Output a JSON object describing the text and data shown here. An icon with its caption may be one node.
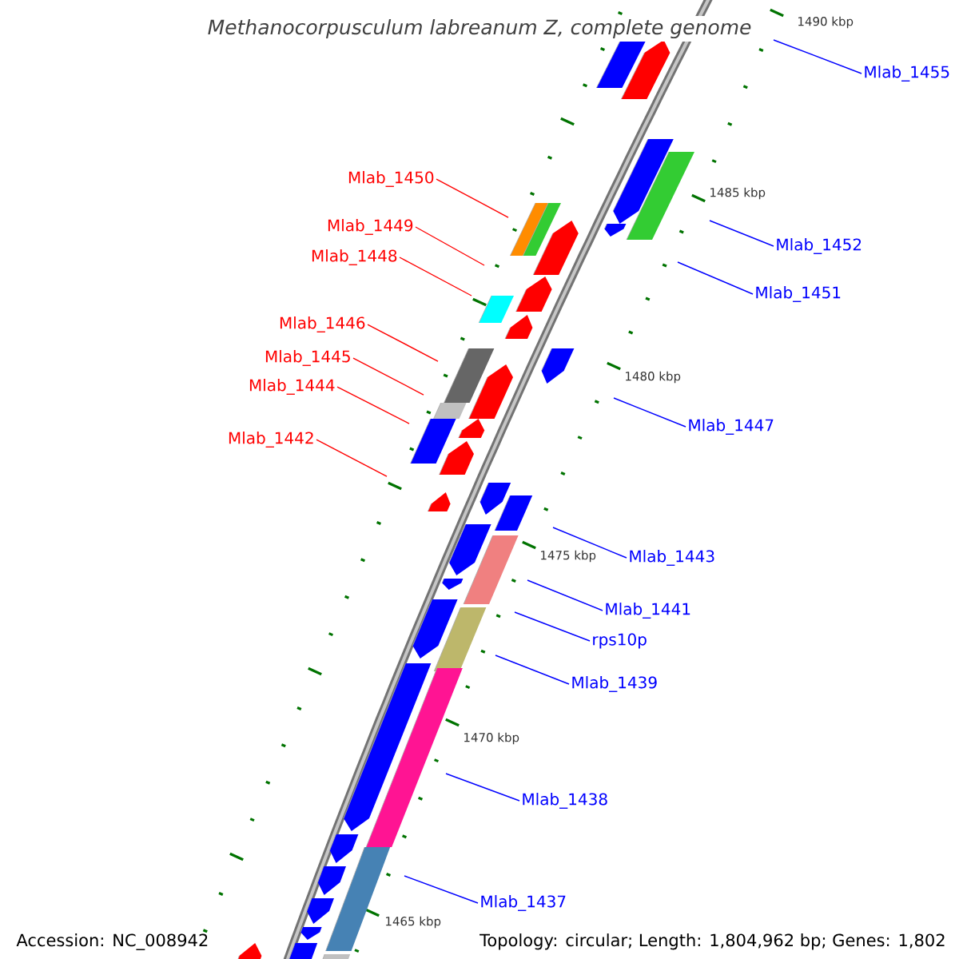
{
  "diagram": {
    "title": "Methanocorpusculum labreanum Z, complete genome",
    "nodes": [
      {
        "text": [
          "Mlab_1455"
        ]
      },
      {
        "text": [
          "Mlab_1450"
        ]
      },
      {
        "text": [
          "Mlab_1449"
        ]
      },
      {
        "text": [
          "Mlab_1452"
        ]
      },
      {
        "text": [
          "Mlab_1448"
        ]
      },
      {
        "text": [
          "Mlab_1451"
        ]
      },
      {
        "text": [
          "Mlab_1446"
        ]
      },
      {
        "text": [
          "Mlab_1445"
        ]
      },
      {
        "text": [
          "Mlab_1444"
        ]
      },
      {
        "text": [
          "Mlab_1447"
        ]
      },
      {
        "text": [
          "Mlab_1442"
        ]
      },
      {
        "text": [
          "Mlab_1443"
        ]
      },
      {
        "text": [
          "Mlab_1441"
        ]
      },
      {
        "text": [
          "rps10p"
        ]
      },
      {
        "text": [
          "Mlab_1439"
        ]
      },
      {
        "text": [
          "Mlab_1438"
        ]
      },
      {
        "text": [
          "Mlab_1437"
        ]
      }
    ],
    "edges": [
      {
        "from": 0,
        "to": null,
        "arrow": "none"
      },
      {
        "from": 1,
        "to": null,
        "arrow": "none",
        "color": "#ff0000"
      },
      {
        "from": 2,
        "to": null,
        "arrow": "none",
        "color": "#ff0000"
      },
      {
        "from": 3,
        "to": null,
        "arrow": "none"
      },
      {
        "from": 4,
        "to": null,
        "arrow": "none",
        "color": "#ff0000"
      },
      {
        "from": 5,
        "to": null,
        "arrow": "none"
      },
      {
        "from": 6,
        "to": null,
        "arrow": "none",
        "color": "#ff0000"
      },
      {
        "from": 7,
        "to": null,
        "arrow": "none",
        "color": "#ff0000"
      },
      {
        "from": 8,
        "to": null,
        "arrow": "none",
        "color": "#ff0000"
      },
      {
        "from": 9,
        "to": null,
        "arrow": "none"
      },
      {
        "from": 10,
        "to": null,
        "arrow": "none",
        "color": "#ff0000"
      },
      {
        "from": 11,
        "to": null,
        "arrow": "none"
      },
      {
        "from": 12,
        "to": null,
        "arrow": "none"
      },
      {
        "from": 13,
        "to": null,
        "arrow": "none"
      },
      {
        "from": 14,
        "to": null,
        "arrow": "none"
      },
      {
        "from": 15,
        "to": null,
        "arrow": "none"
      },
      {
        "from": 16,
        "to": null,
        "arrow": "none"
      }
    ],
    "labels": [
      "1490 kbp",
      "1485 kbp",
      "1480 kbp",
      "1475 kbp",
      "1470 kbp",
      "1465 kbp",
      "Accession: NC_008942",
      "Topology: circular; Length: 1,804,962 bp; Genes: 1,802"
    ]
  }
}
